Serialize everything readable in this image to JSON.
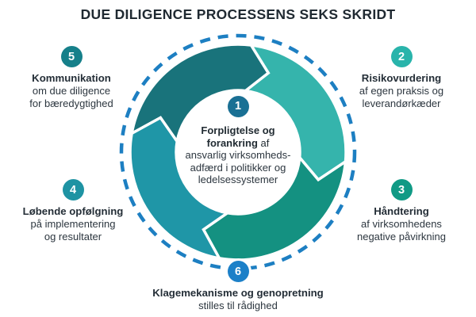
{
  "title": "DUE DILIGENCE PROCESSENS SEKS SKRIDT",
  "center": {
    "number": "1",
    "badge_color": "#1a7094",
    "bold1": "Forpligtelse og",
    "bold2": "forankring",
    "bold2_rest": " af",
    "lines": [
      "ansvarlig virksomheds-",
      "adfærd i politikker og",
      "ledelsessystemer"
    ]
  },
  "steps": {
    "s2": {
      "number": "2",
      "badge_color": "#29b4ab",
      "heading": "Risikovurdering",
      "lines": [
        "af egen praksis og",
        "leverandørkæder"
      ]
    },
    "s3": {
      "number": "3",
      "badge_color": "#109a85",
      "heading": "Håndtering",
      "lines": [
        "af virksomhedens",
        "negative påvirkning"
      ]
    },
    "s4": {
      "number": "4",
      "badge_color": "#1e93a3",
      "heading": "Løbende opfølgning",
      "lines": [
        "på implementering",
        "og resultater"
      ]
    },
    "s5": {
      "number": "5",
      "badge_color": "#16808a",
      "heading": "Kommunikation",
      "lines": [
        "om due diligence",
        "for bæredygtighed"
      ]
    },
    "s6": {
      "number": "6",
      "badge_color": "#1c80c8",
      "heading": "Klagemekanisme og genopretning",
      "lines": [
        "stilles til rådighed"
      ]
    }
  },
  "ring": {
    "dashed_color": "#1d7fc2",
    "segments": [
      {
        "name": "top-left",
        "color": "#19737b"
      },
      {
        "name": "top-right",
        "color": "#35b4ac"
      },
      {
        "name": "bottom-right",
        "color": "#149181"
      },
      {
        "name": "bottom-left",
        "color": "#1f96a7"
      }
    ]
  }
}
